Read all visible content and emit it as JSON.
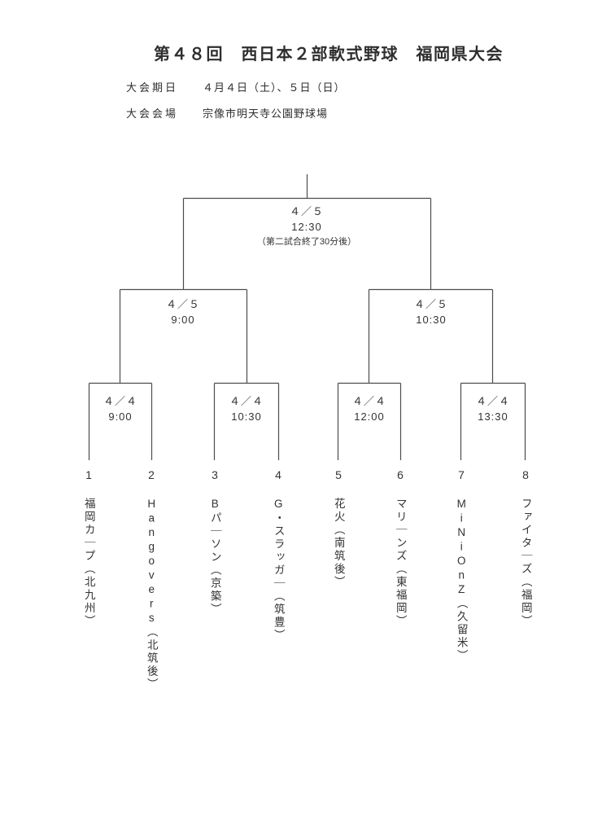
{
  "header": {
    "title": "第４８回　西日本２部軟式野球　福岡県大会",
    "date_label": "大会期日",
    "date_value": "４月４日（土）、５日（日）",
    "venue_label": "大会会場",
    "venue_value": "宗像市明天寺公園野球場"
  },
  "bracket": {
    "final": {
      "date": "４／５",
      "time": "12:30",
      "note": "（第二試合終了30分後）"
    },
    "semifinals": [
      {
        "date": "４／５",
        "time": "9:00"
      },
      {
        "date": "４／５",
        "time": "10:30"
      }
    ],
    "quarterfinals": [
      {
        "date": "４／４",
        "time": "9:00"
      },
      {
        "date": "４／４",
        "time": "10:30"
      },
      {
        "date": "４／４",
        "time": "12:00"
      },
      {
        "date": "４／４",
        "time": "13:30"
      }
    ],
    "teams": [
      {
        "seed": "1",
        "name": "福岡カープ（北九州）"
      },
      {
        "seed": "2",
        "name": "Hangovers（北筑後）"
      },
      {
        "seed": "3",
        "name": "Bパーソン（京築）"
      },
      {
        "seed": "4",
        "name": "G・スラッガー（筑豊）"
      },
      {
        "seed": "5",
        "name": "花火（南筑後）"
      },
      {
        "seed": "6",
        "name": "マリーンズ（東福岡）"
      },
      {
        "seed": "7",
        "name": "MiNiOnZ（久留米）"
      },
      {
        "seed": "8",
        "name": "ファイターズ（福岡）"
      }
    ]
  }
}
